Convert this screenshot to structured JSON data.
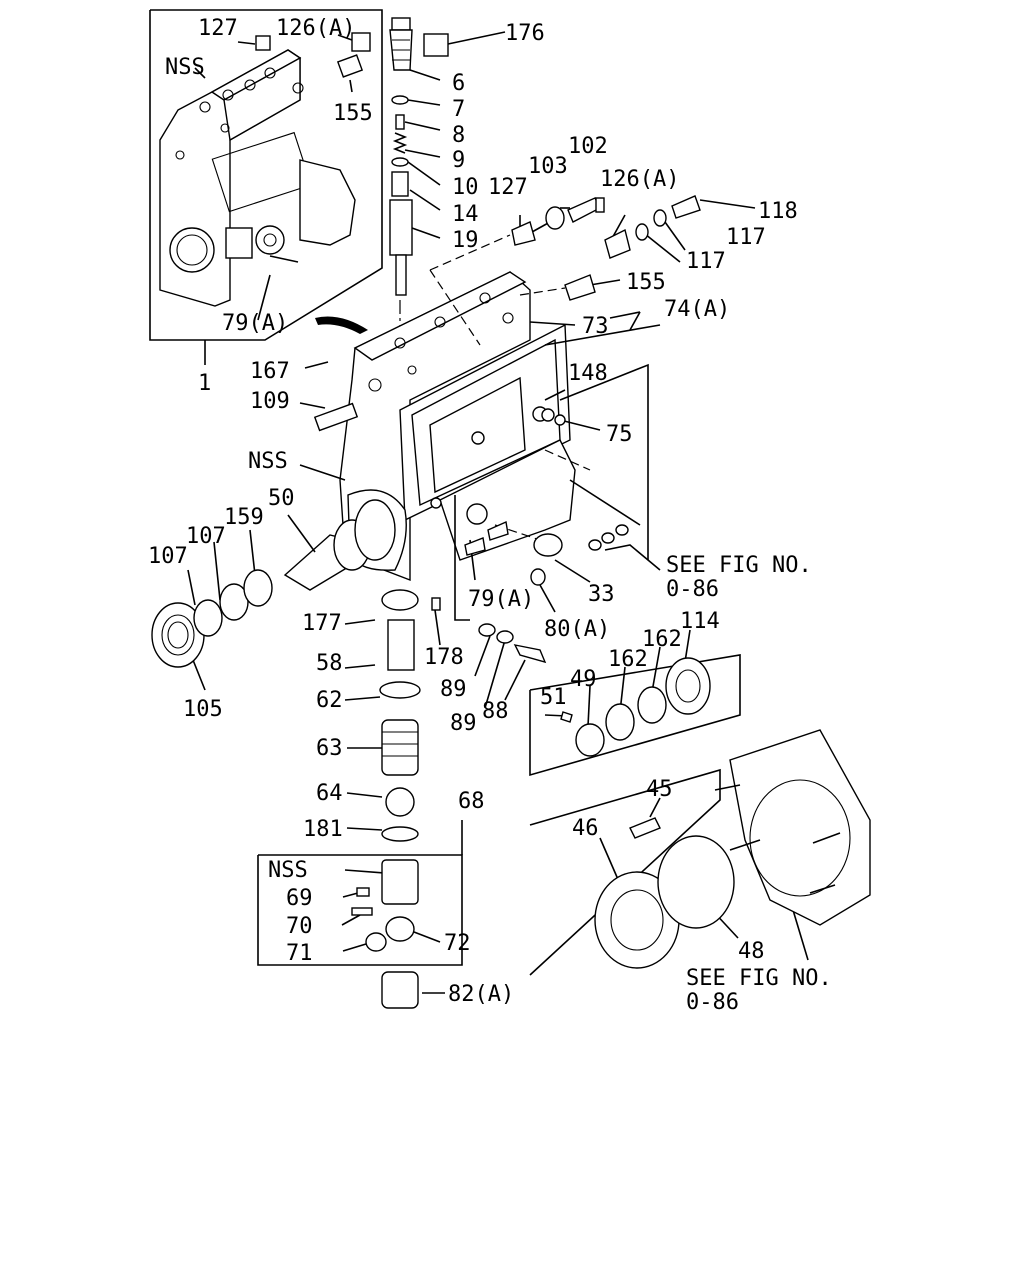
{
  "labels": {
    "l127a": "127",
    "l126a_a": "126(A)",
    "l176": "176",
    "nss_inset": "NSS",
    "l6": "6",
    "l155a": "155",
    "l7": "7",
    "l8": "8",
    "l9": "9",
    "l10": "10",
    "l14": "14",
    "l19": "19",
    "l102": "102",
    "l103": "103",
    "l127b": "127",
    "l126a_b": "126(A)",
    "l118": "118",
    "l117a": "117",
    "l117b": "117",
    "l155b": "155",
    "l74a": "74(A)",
    "l73": "73",
    "l79a_inset": "79(A)",
    "l1": "1",
    "l167": "167",
    "l148": "148",
    "l109": "109",
    "l75": "75",
    "nss_body": "NSS",
    "l50": "50",
    "l107a": "107",
    "l107b": "107",
    "l159": "159",
    "see1": "SEE FIG NO.",
    "see1b": "0-86",
    "l79a_body": "79(A)",
    "l33": "33",
    "l177": "177",
    "l80a": "80(A)",
    "l178": "178",
    "l58": "58",
    "l105": "105",
    "l89a": "89",
    "l89b": "89",
    "l88": "88",
    "l114": "114",
    "l162a": "162",
    "l162b": "162",
    "l51": "51",
    "l49": "49",
    "l62": "62",
    "l63": "63",
    "l64": "64",
    "l68": "68",
    "l45": "45",
    "l181": "181",
    "l46": "46",
    "nss_box": "NSS",
    "l69": "69",
    "l70": "70",
    "l72": "72",
    "l71": "71",
    "l48": "48",
    "see2": "SEE FIG NO.",
    "see2b": "0-86",
    "l82a": "82(A)"
  }
}
